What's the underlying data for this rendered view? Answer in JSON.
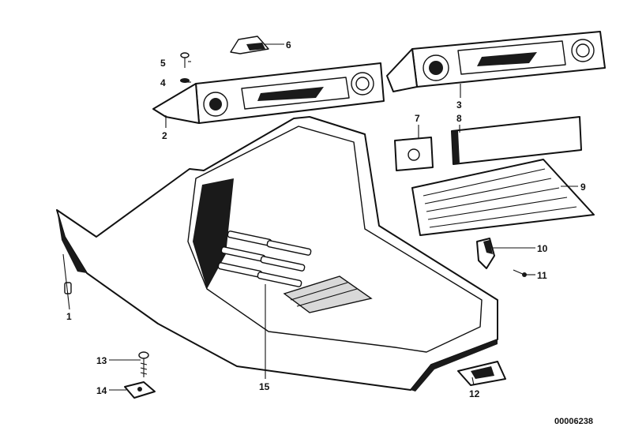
{
  "callouts": [
    {
      "id": "1",
      "label": "1"
    },
    {
      "id": "2",
      "label": "2"
    },
    {
      "id": "3",
      "label": "3"
    },
    {
      "id": "4",
      "label": "4"
    },
    {
      "id": "5",
      "label": "5"
    },
    {
      "id": "6",
      "label": "6"
    },
    {
      "id": "7",
      "label": "7"
    },
    {
      "id": "8",
      "label": "8"
    },
    {
      "id": "9",
      "label": "9"
    },
    {
      "id": "10",
      "label": "10"
    },
    {
      "id": "11",
      "label": "11"
    },
    {
      "id": "12",
      "label": "12"
    },
    {
      "id": "13",
      "label": "13"
    },
    {
      "id": "14",
      "label": "14"
    },
    {
      "id": "15",
      "label": "15"
    }
  ],
  "drawing_number": "00006238"
}
